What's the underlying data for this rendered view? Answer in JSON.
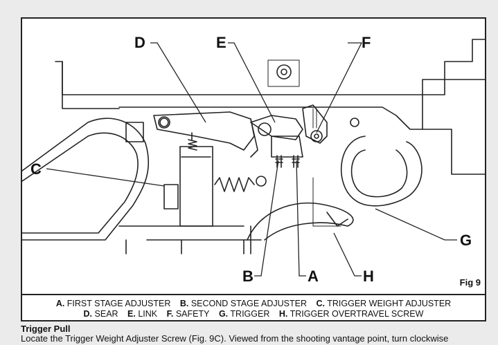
{
  "diagram": {
    "fig_label": "Fig 9",
    "callouts": [
      {
        "letter": "D"
      },
      {
        "letter": "E"
      },
      {
        "letter": "F"
      },
      {
        "letter": "C"
      },
      {
        "letter": "G"
      },
      {
        "letter": "B"
      },
      {
        "letter": "A"
      },
      {
        "letter": "H"
      }
    ]
  },
  "legend": {
    "line1": [
      {
        "key": "A.",
        "text": "FIRST STAGE ADJUSTER"
      },
      {
        "key": "B.",
        "text": "SECOND STAGE ADJUSTER"
      },
      {
        "key": "C.",
        "text": "TRIGGER WEIGHT ADJUSTER"
      }
    ],
    "line2": [
      {
        "key": "D.",
        "text": "SEAR"
      },
      {
        "key": "E.",
        "text": "LINK"
      },
      {
        "key": "F.",
        "text": "SAFETY"
      },
      {
        "key": "G.",
        "text": "TRIGGER"
      },
      {
        "key": "H.",
        "text": "TRIGGER OVERTRAVEL SCREW"
      }
    ]
  },
  "caption": {
    "title": "Trigger Pull",
    "body": "Locate the Trigger Weight Adjuster Screw (Fig. 9C). Viewed from the shooting vantage point, turn clockwise"
  }
}
